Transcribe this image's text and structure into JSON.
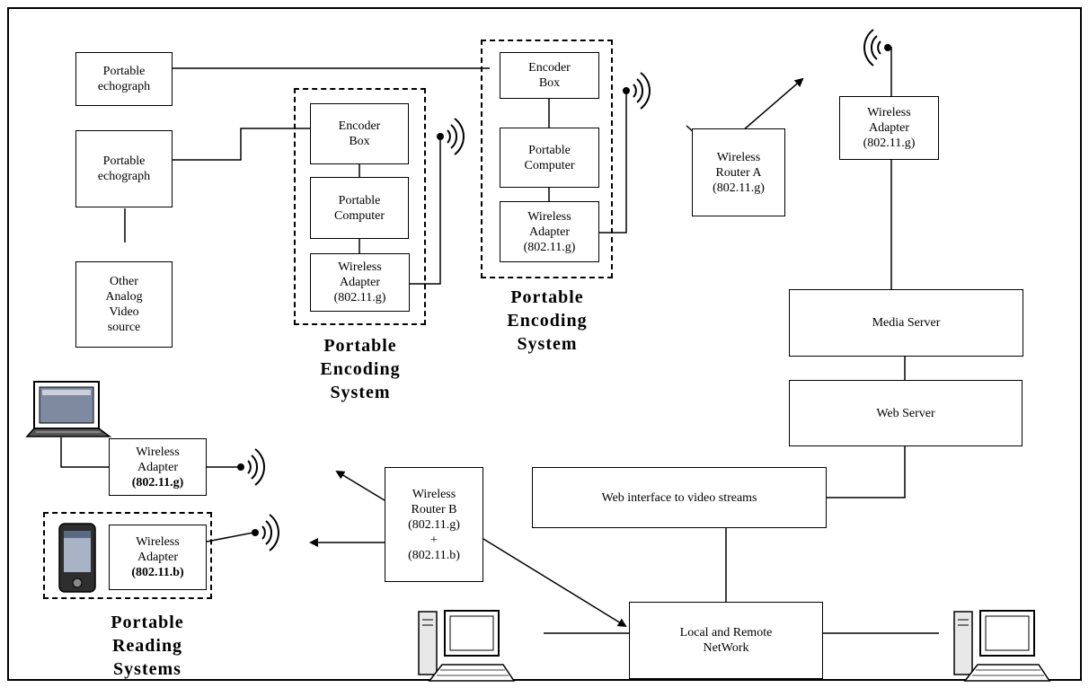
{
  "nodes": {
    "echo1": [
      "Portable",
      "echograph"
    ],
    "echo2": [
      "Portable",
      "echograph"
    ],
    "analog": [
      "Other",
      "Analog",
      "Video",
      "source"
    ],
    "pes1_encoder": [
      "Encoder",
      "Box"
    ],
    "pes1_computer": [
      "Portable",
      "Computer"
    ],
    "pes1_adapter": [
      "Wireless",
      "Adapter",
      "(802.11.g)"
    ],
    "pes2_encoder": [
      "Encoder",
      "Box"
    ],
    "pes2_computer": [
      "Portable",
      "Computer"
    ],
    "pes2_adapter": [
      "Wireless",
      "Adapter",
      "(802.11.g)"
    ],
    "router_a": [
      "Wireless",
      "Router A",
      "(802.11.g)"
    ],
    "server_adapter": [
      "Wireless",
      "Adapter",
      "(802.11.g)"
    ],
    "media_server": [
      "Media Server"
    ],
    "web_server": [
      "Web Server"
    ],
    "web_interface": [
      "Web interface to video streams"
    ],
    "router_b": [
      "Wireless",
      "Router B",
      "(802.11.g)",
      "+",
      "(802.11.b)"
    ],
    "network": [
      "Local and Remote",
      "NetWork"
    ],
    "laptop_adapter": [
      "Wireless",
      "Adapter",
      "(802.11.g)"
    ],
    "pda_adapter": [
      "Wireless",
      "Adapter",
      "(802.11.b)"
    ]
  },
  "captions": {
    "pes1": [
      "Portable",
      "Encoding",
      "System"
    ],
    "pes2": [
      "Portable",
      "Encoding",
      "System"
    ],
    "prs": [
      "Portable",
      "Reading",
      "Systems"
    ]
  },
  "icons": [
    "laptop-icon",
    "pda-icon",
    "desktop-computer-icon",
    "wireless-signal-icon",
    "antenna-icon"
  ]
}
